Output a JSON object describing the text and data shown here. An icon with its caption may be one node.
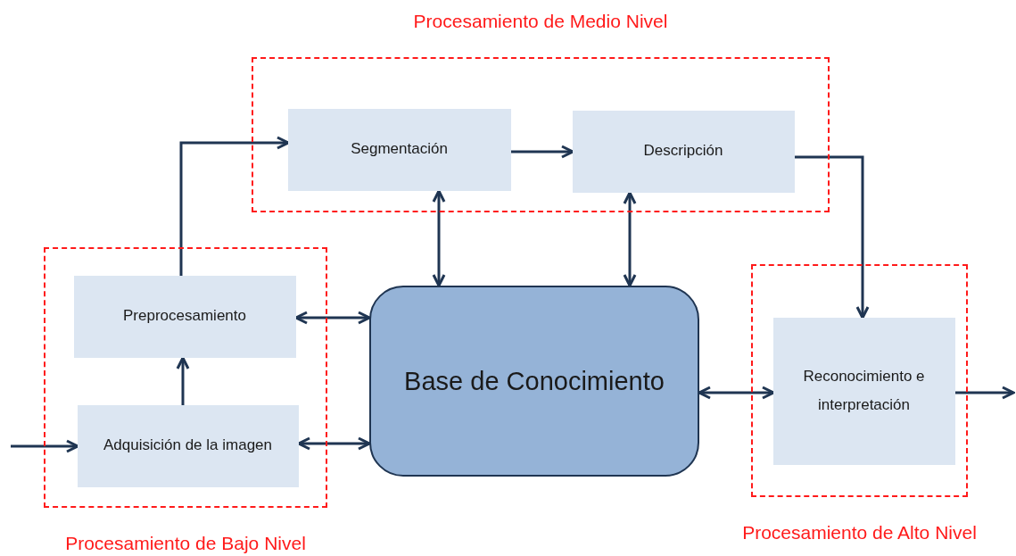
{
  "diagram": {
    "nodes": [
      {
        "text": [
          "Procesamiento de Medio Nivel"
        ]
      },
      {
        "text": [
          "Segmentación"
        ],
        "in": 0
      },
      {
        "text": [
          "Descripción"
        ],
        "in": 0
      },
      {
        "text": [
          "Procesamiento de Bajo Nivel"
        ]
      },
      {
        "text": [
          "Preprocesamiento"
        ],
        "in": 3
      },
      {
        "text": [
          "Adquisición de la imagen"
        ],
        "in": 3
      },
      {
        "text": [
          "Base de Conocimiento"
        ]
      },
      {
        "text": [
          "Procesamiento de Alto Nivel"
        ]
      },
      {
        "text": [
          "Reconocimiento e interpretación"
        ],
        "in": 7
      }
    ],
    "edges": [
      {
        "from": null,
        "to": 5,
        "arrow": "to"
      },
      {
        "from": 5,
        "to": 4,
        "arrow": "to"
      },
      {
        "from": 4,
        "to": 1,
        "arrow": "to"
      },
      {
        "from": 1,
        "to": 2,
        "arrow": "to"
      },
      {
        "from": 2,
        "to": 8,
        "arrow": "to"
      },
      {
        "from": 8,
        "to": null,
        "arrow": "to"
      },
      {
        "from": 1,
        "to": 6,
        "arrow": "both"
      },
      {
        "from": 2,
        "to": 6,
        "arrow": "both"
      },
      {
        "from": 4,
        "to": 6,
        "arrow": "both"
      },
      {
        "from": 5,
        "to": 6,
        "arrow": "both"
      },
      {
        "from": 6,
        "to": 8,
        "arrow": "both"
      }
    ]
  }
}
